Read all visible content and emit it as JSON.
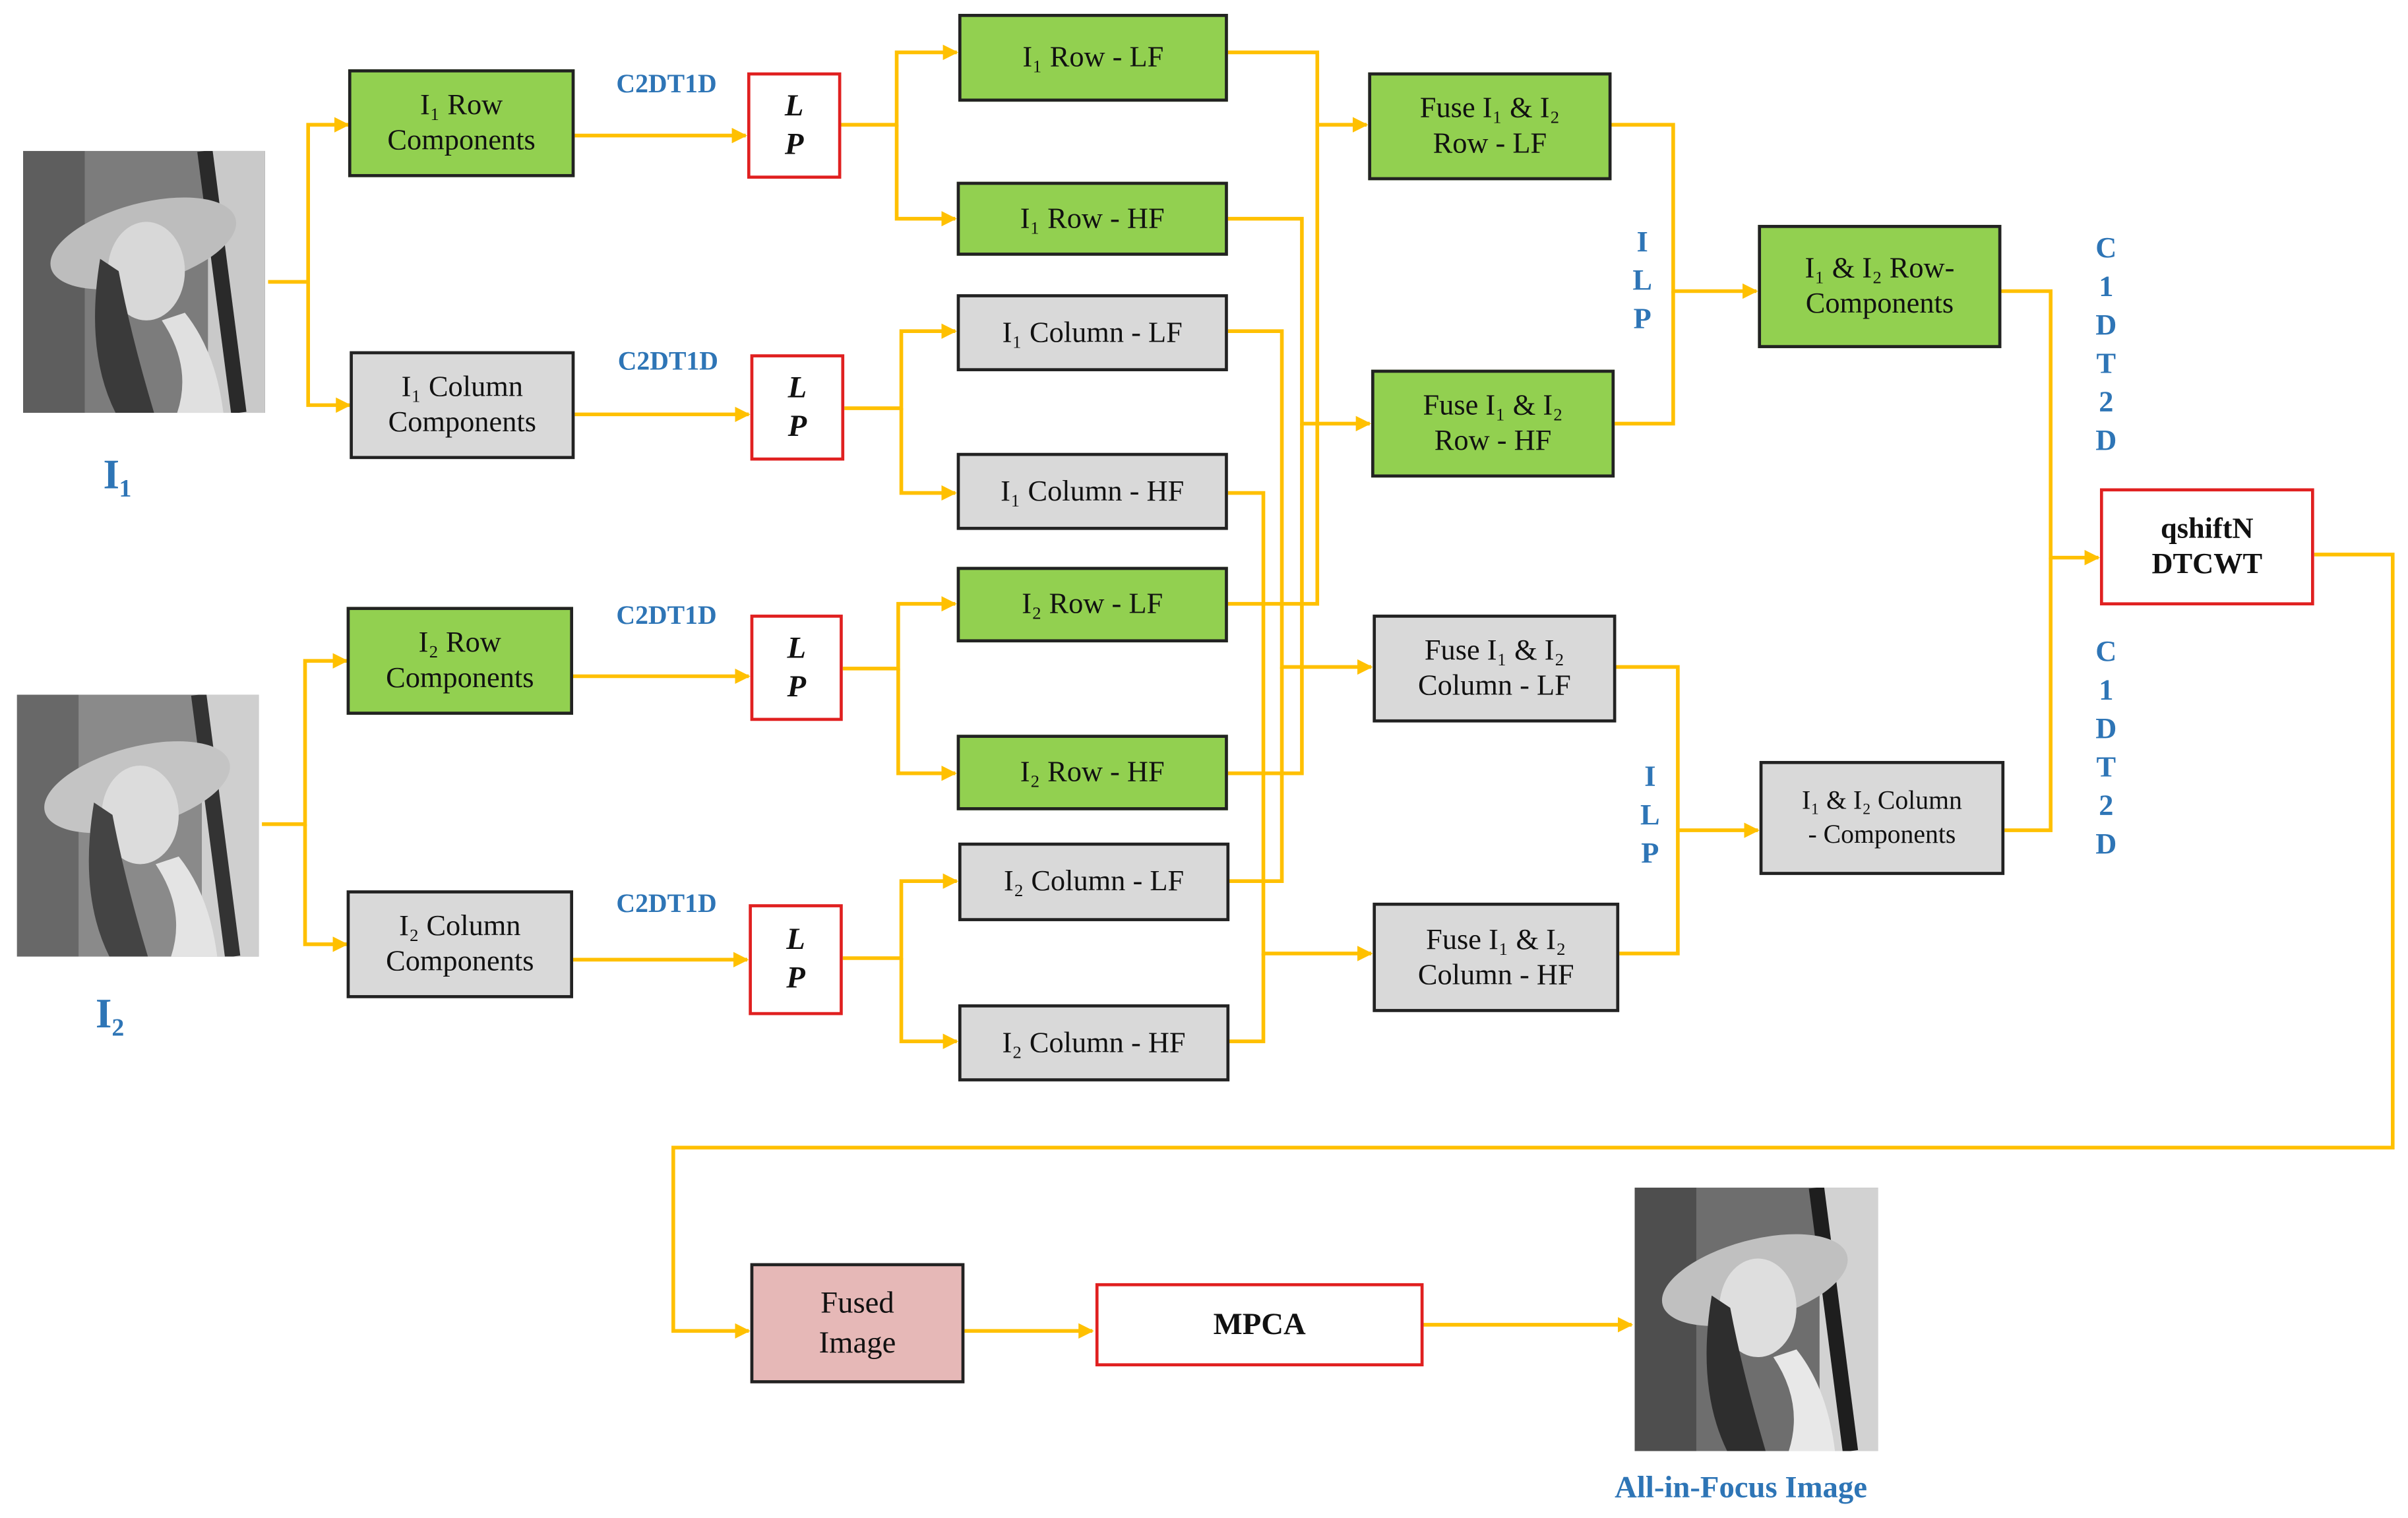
{
  "inputs": {
    "i1_label": "I₁",
    "i2_label": "I₂",
    "output_label": "All-in-Focus Image"
  },
  "transforms": {
    "c2dt1d": "C2DT1D",
    "lp_l": "L",
    "lp_p": "P",
    "ilp": "I\nL\nP",
    "c1dt2d": "C\n1\nD\nT\n2\nD"
  },
  "components": {
    "i1_row": [
      "I₁ Row",
      "Components"
    ],
    "i1_col": [
      "I₁ Column",
      "Components"
    ],
    "i2_row": [
      "I₂ Row",
      "Components"
    ],
    "i2_col": [
      "I₂ Column",
      "Components"
    ]
  },
  "bands": {
    "i1_row_lf": "I₁ Row - LF",
    "i1_row_hf": "I₁ Row - HF",
    "i1_col_lf": "I₁ Column - LF",
    "i1_col_hf": "I₁ Column - HF",
    "i2_row_lf": "I₂ Row - LF",
    "i2_row_hf": "I₂ Row - HF",
    "i2_col_lf": "I₂ Column - LF",
    "i2_col_hf": "I₂ Column - HF"
  },
  "fusion": {
    "row_lf": [
      "Fuse I₁ & I₂",
      "Row - LF"
    ],
    "row_hf": [
      "Fuse I₁ & I₂",
      "Row - HF"
    ],
    "col_lf": [
      "Fuse I₁ & I₂",
      "Column - LF"
    ],
    "col_hf": [
      "Fuse I₁ & I₂",
      "Column - HF"
    ]
  },
  "combined": {
    "row": [
      "I₁ & I₂ Row-",
      "Components"
    ],
    "col": [
      "I₁ & I₂ Column",
      "- Components"
    ]
  },
  "final": {
    "dtcwt": [
      "qshiftN",
      "DTCWT"
    ],
    "fused": [
      "Fused",
      "Image"
    ],
    "mpca": "MPCA"
  },
  "colors": {
    "arrow": "#ffc000",
    "green": "#92d050",
    "gray": "#d9d9d9",
    "pink": "#e6b8b7",
    "red_border": "#e02020",
    "label_blue": "#2e75b6"
  }
}
